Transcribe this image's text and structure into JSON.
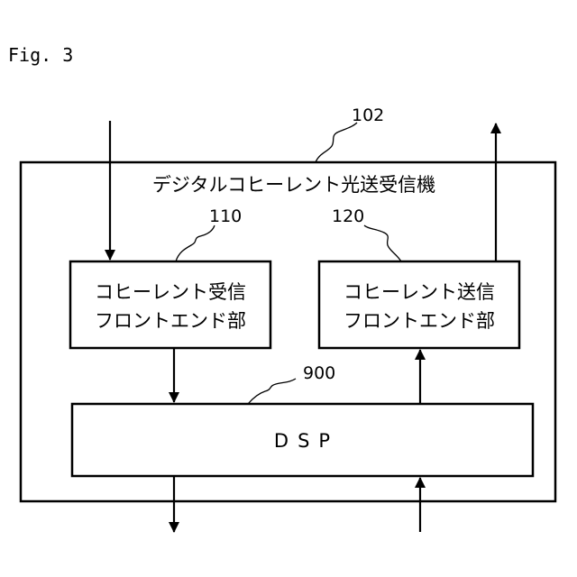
{
  "figure_label": "Fig. 3",
  "device": {
    "ref": "102",
    "title": "デジタルコヒーレント光送受信機"
  },
  "receiver_block": {
    "ref": "110",
    "line1": "コヒーレント受信",
    "line2": "フロントエンド部"
  },
  "transmitter_block": {
    "ref": "120",
    "line1": "コヒーレント送信",
    "line2": "フロントエンド部"
  },
  "dsp_block": {
    "ref": "900",
    "label": "DSP"
  }
}
